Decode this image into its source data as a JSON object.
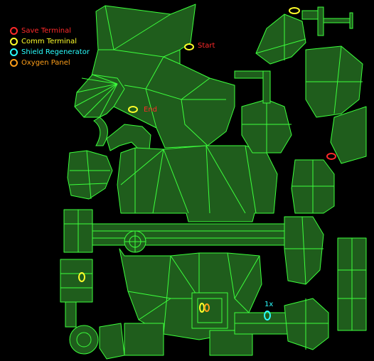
{
  "colors": {
    "floor": "#1f5d1c",
    "wall": "#3cff3c",
    "save_terminal": "#ff2a2a",
    "comm_terminal": "#ffff2a",
    "shield_regenerator": "#2affff",
    "oxygen_panel": "#ff9f1a",
    "background": "#000000"
  },
  "legend": {
    "items": [
      {
        "label": "Save Terminal",
        "color": "#ff2a2a",
        "icon": "red-ring-icon"
      },
      {
        "label": "Comm Terminal",
        "color": "#ffff2a",
        "icon": "yellow-ring-icon"
      },
      {
        "label": "Shield Regenerator",
        "color": "#2affff",
        "icon": "cyan-ring-icon"
      },
      {
        "label": "Oxygen Panel",
        "color": "#ff9f1a",
        "icon": "orange-ring-icon"
      }
    ]
  },
  "labels": {
    "start": "Start",
    "end": "End",
    "shield_count": "1x"
  }
}
